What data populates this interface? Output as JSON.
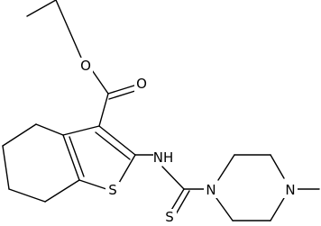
{
  "molecule": {
    "atoms": {
      "O_ether": "O",
      "O_carbonyl": "O",
      "NH": "NH",
      "S_ring": "S",
      "S_thione": "S",
      "N_piperazine_1": "N",
      "N_piperazine_4": "N"
    }
  }
}
